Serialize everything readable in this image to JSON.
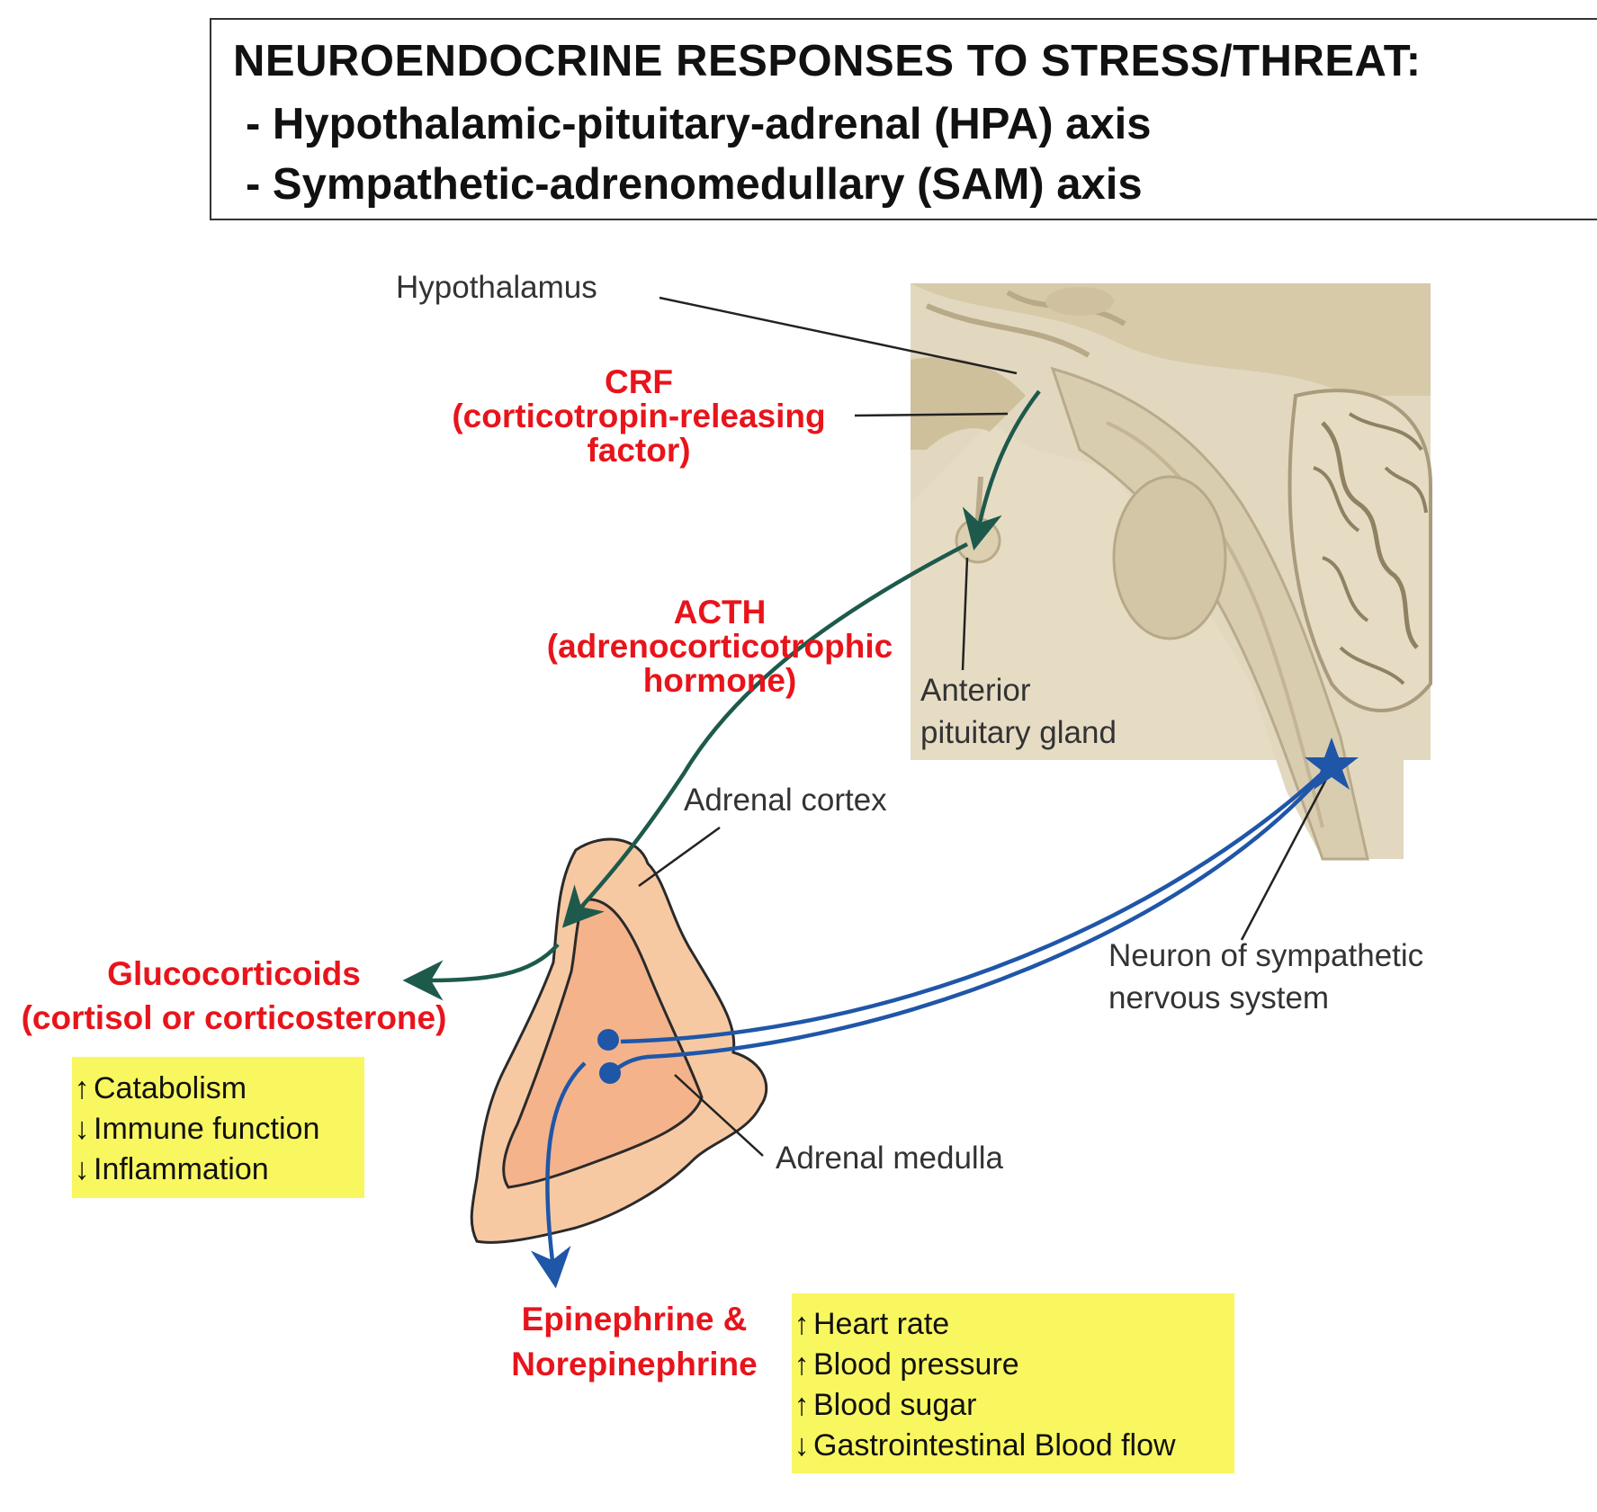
{
  "title": {
    "line1": "NEUROENDOCRINE RESPONSES TO STRESS/THREAT:",
    "line2": " - Hypothalamic-pituitary-adrenal (HPA) axis",
    "line3": " - Sympathetic-adrenomedullary (SAM) axis"
  },
  "labels": {
    "hypothalamus": "Hypothalamus",
    "anterior_pituitary_1": "Anterior",
    "anterior_pituitary_2": "pituitary gland",
    "adrenal_cortex": "Adrenal cortex",
    "adrenal_medulla": "Adrenal medulla",
    "neuron_1": "Neuron of sympathetic",
    "neuron_2": "nervous system"
  },
  "hormones": {
    "crf": {
      "abbr": "CRF",
      "line1": "(corticotropin-releasing",
      "line2": "factor)"
    },
    "acth": {
      "abbr": "ACTH",
      "line1": "(adrenocorticotrophic",
      "line2": "hormone)"
    },
    "gluco": {
      "line1": "Glucocorticoids",
      "line2": "(cortisol or corticosterone)"
    },
    "epi": {
      "line1": "Epinephrine &",
      "line2": "Norepinephrine"
    }
  },
  "gluco_effects": [
    {
      "arrow": "↑",
      "text": "Catabolism"
    },
    {
      "arrow": "↓",
      "text": "Immune function"
    },
    {
      "arrow": "↓",
      "text": "Inflammation"
    }
  ],
  "epi_effects": [
    {
      "arrow": "↑",
      "text": "Heart rate"
    },
    {
      "arrow": "↑",
      "text": "Blood pressure"
    },
    {
      "arrow": "↑",
      "text": "Blood sugar"
    },
    {
      "arrow": "↓",
      "text": "Gastrointestinal Blood flow"
    }
  ],
  "colors": {
    "hpa_arrow": "#1d5a4c",
    "sam_arrow": "#1f56a8",
    "hormone_text": "#e8141b",
    "effect_box": "#f8f760",
    "adrenal_cortex": "#f7c9a3",
    "adrenal_medulla": "#f4b38b",
    "brain_tissue": "#e2d8c0"
  }
}
